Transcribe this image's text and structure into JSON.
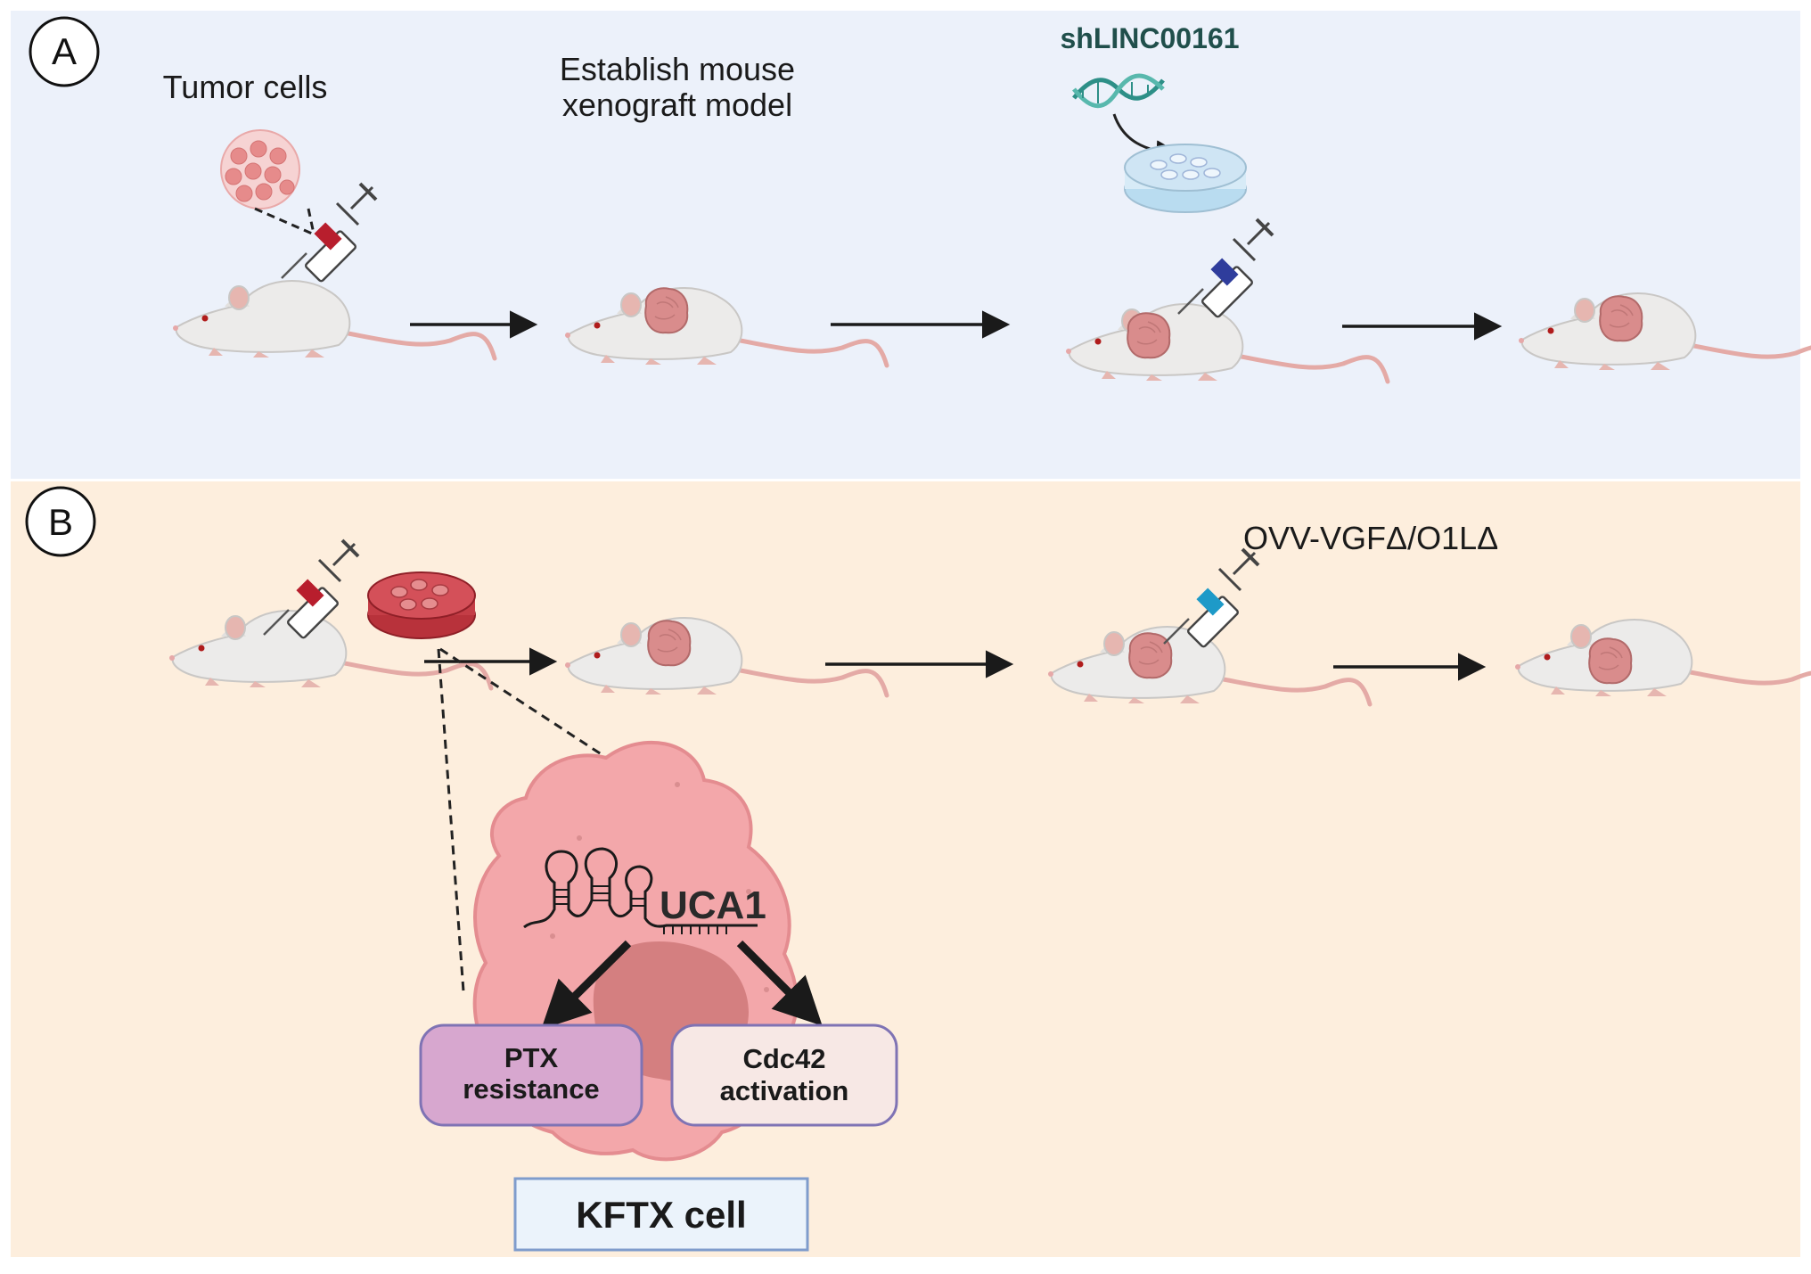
{
  "panel_a": {
    "letter": "A",
    "tumor_cells_label": "Tumor cells",
    "establish_line1": "Establish mouse",
    "establish_line2": "xenograft model",
    "shrna_label": "shLINC00161"
  },
  "panel_b": {
    "letter": "B",
    "virus_label": "OVV-VGFΔ/O1LΔ",
    "lncrna_label": "UCA1",
    "ptx_line1": "PTX",
    "ptx_line2": "resistance",
    "cdc_line1": "Cdc42",
    "cdc_line2": "activation",
    "cell_label": "KFTX cell"
  },
  "colors": {
    "panel_a_bg": "#ecf1fa",
    "panel_b_bg": "#fdeedd",
    "mouse_body": "#ecebea",
    "tumor": "#d98c8c",
    "tail": "#e4aaa6",
    "ptx_box": "#d7a7cf",
    "cdc_box": "#f7e8e5",
    "cell_box": "#ebf3fb",
    "box_border": "#7f73b4",
    "dna": "#2d8f87",
    "syringe_red": "#b81e2d",
    "syringe_blue": "#2f3d9c",
    "syringe_cyan": "#1e9ac8"
  }
}
